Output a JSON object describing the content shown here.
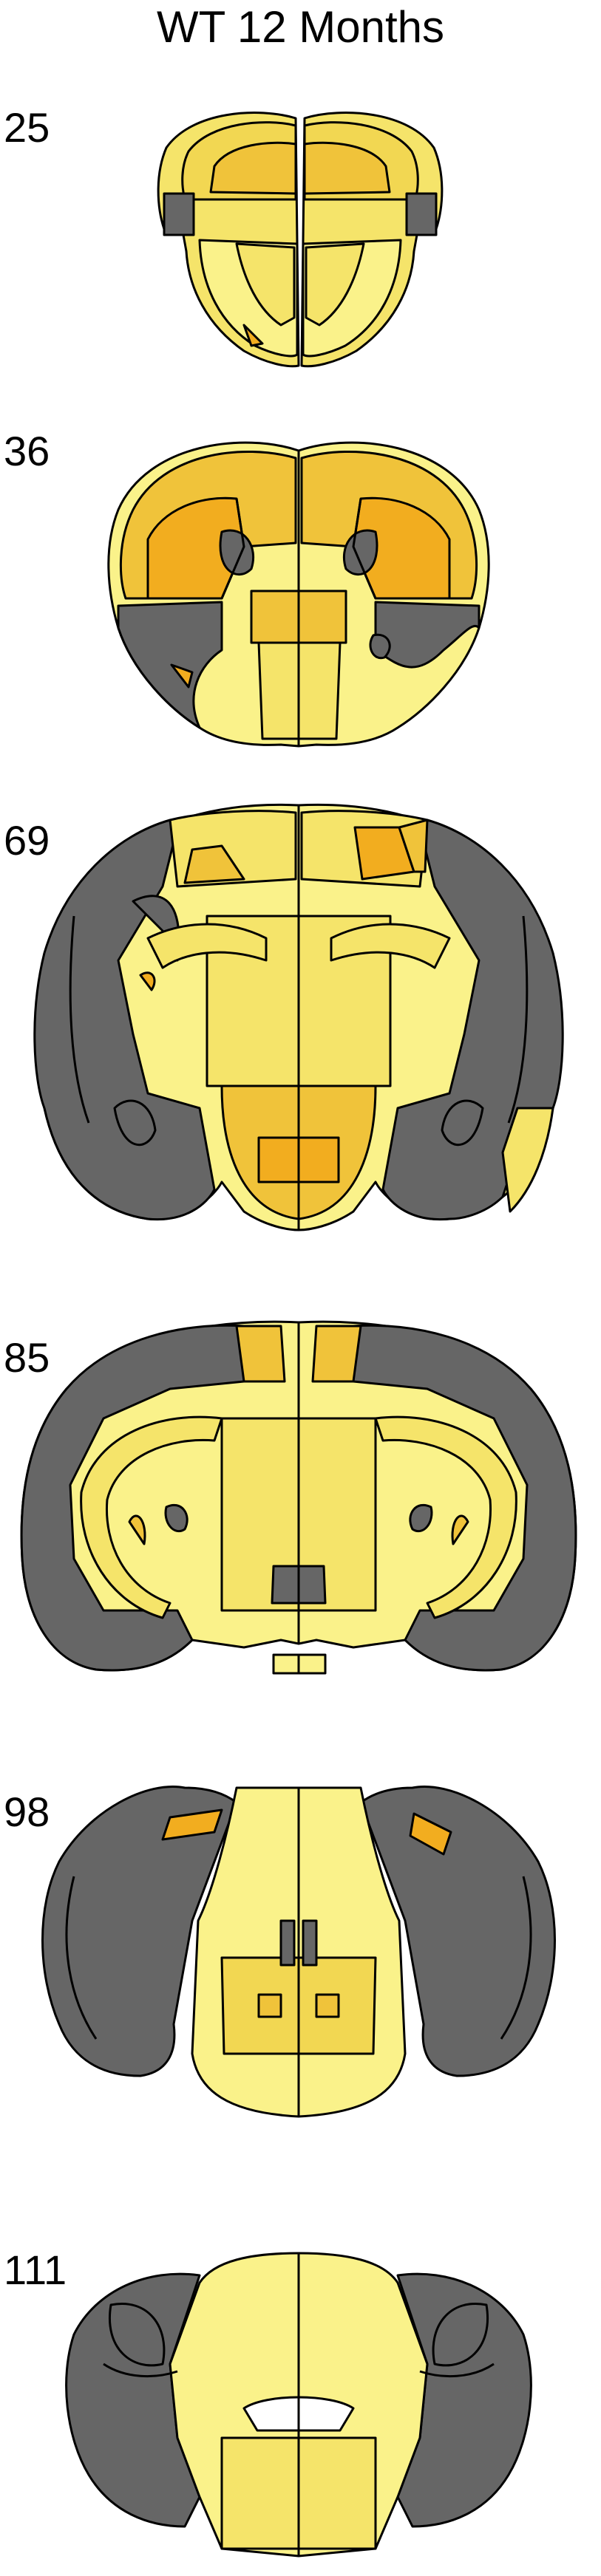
{
  "title": "WT 12 Months",
  "colors": {
    "gray": "#666666",
    "pale_yellow": "#faf28a",
    "light_yellow": "#f5e46a",
    "yellow": "#f2d752",
    "gold": "#f0c33a",
    "orange": "#f2ad1f",
    "outline": "#000000"
  },
  "slices": [
    {
      "label": "25"
    },
    {
      "label": "36"
    },
    {
      "label": "69"
    },
    {
      "label": "85"
    },
    {
      "label": "98"
    },
    {
      "label": "111"
    }
  ]
}
